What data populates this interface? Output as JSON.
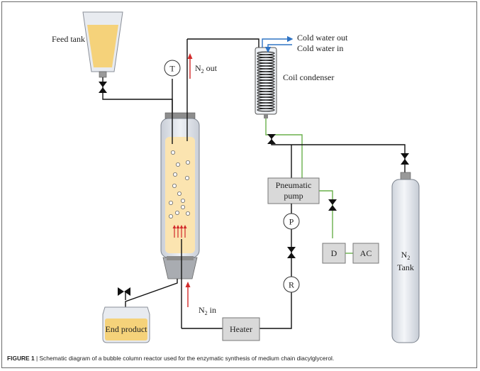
{
  "labels": {
    "feed_tank": "Feed tank",
    "cold_water_out": "Cold water out",
    "cold_water_in": "Cold water in",
    "coil_condenser": "Coil condenser",
    "n2_out": "N",
    "n2_out_sub": "2",
    "n2_out_suffix": " out",
    "temp_sensor": "T",
    "pneumatic_pump_line1": "Pneumatic",
    "pneumatic_pump_line2": "pump",
    "pressure_gauge": "P",
    "regulator": "R",
    "dryer": "D",
    "air_compressor": "AC",
    "n2_tank_line1": "N",
    "n2_tank_sub": "2",
    "n2_tank_line2": "Tank",
    "n2_in": "N",
    "n2_in_sub": "2",
    "n2_in_suffix": " in",
    "heater": "Heater",
    "end_product": "End product"
  },
  "caption": {
    "figure_label": "FIGURE 1",
    "separator": " | ",
    "text": "Schematic diagram of a bubble column reactor used for the enzymatic synthesis of medium chain diacylglycerol."
  },
  "colors": {
    "liquid": "#fbe4b0",
    "liquid_feed": "#f5d27a",
    "vessel": "#e6e9ef",
    "green_line": "#6ab04c",
    "blue_line": "#2e73c4",
    "red_arrow": "#d22b2b",
    "box_fill": "#d9d9d9"
  }
}
